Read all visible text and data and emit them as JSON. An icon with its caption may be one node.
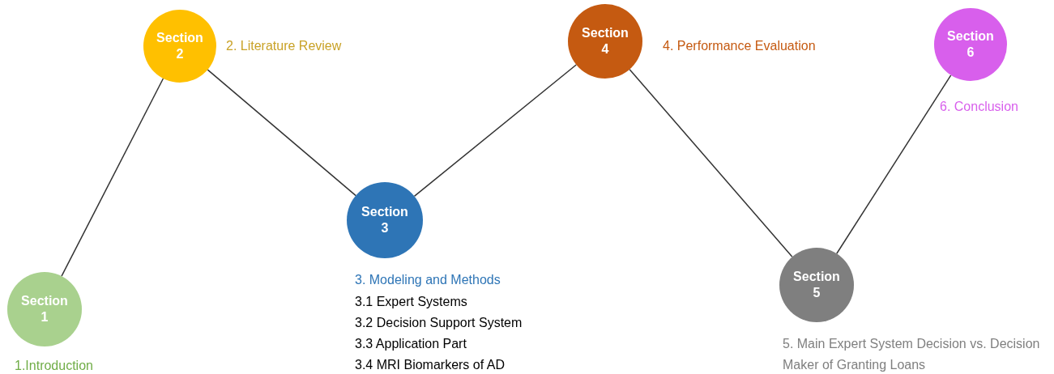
{
  "diagram": {
    "nodes": [
      {
        "text": [
          "Section 1"
        ],
        "beside": [
          "1.Introduction"
        ]
      },
      {
        "text": [
          "Section 2"
        ],
        "beside": [
          "2. Literature Review"
        ]
      },
      {
        "text": [
          "Section 3"
        ],
        "beside": [
          "3. Modeling and Methods",
          "3.1 Expert Systems",
          "3.2 Decision Support System",
          "3.3 Application Part",
          "3.4 MRI Biomarkers of AD"
        ]
      },
      {
        "text": [
          "Section 4"
        ],
        "beside": [
          "4. Performance Evaluation"
        ]
      },
      {
        "text": [
          "Section 5"
        ],
        "beside": [
          "5. Main Expert System Decision vs. Decision Maker of Granting Loans"
        ]
      },
      {
        "text": [
          "Section 6"
        ],
        "beside": [
          "6. Conclusion"
        ]
      }
    ],
    "edges": [
      {
        "from": 0,
        "to": 1,
        "arrow": "none"
      },
      {
        "from": 1,
        "to": 2,
        "arrow": "none"
      },
      {
        "from": 2,
        "to": 3,
        "arrow": "none"
      },
      {
        "from": 3,
        "to": 4,
        "arrow": "none"
      },
      {
        "from": 4,
        "to": 5,
        "arrow": "none"
      }
    ]
  }
}
